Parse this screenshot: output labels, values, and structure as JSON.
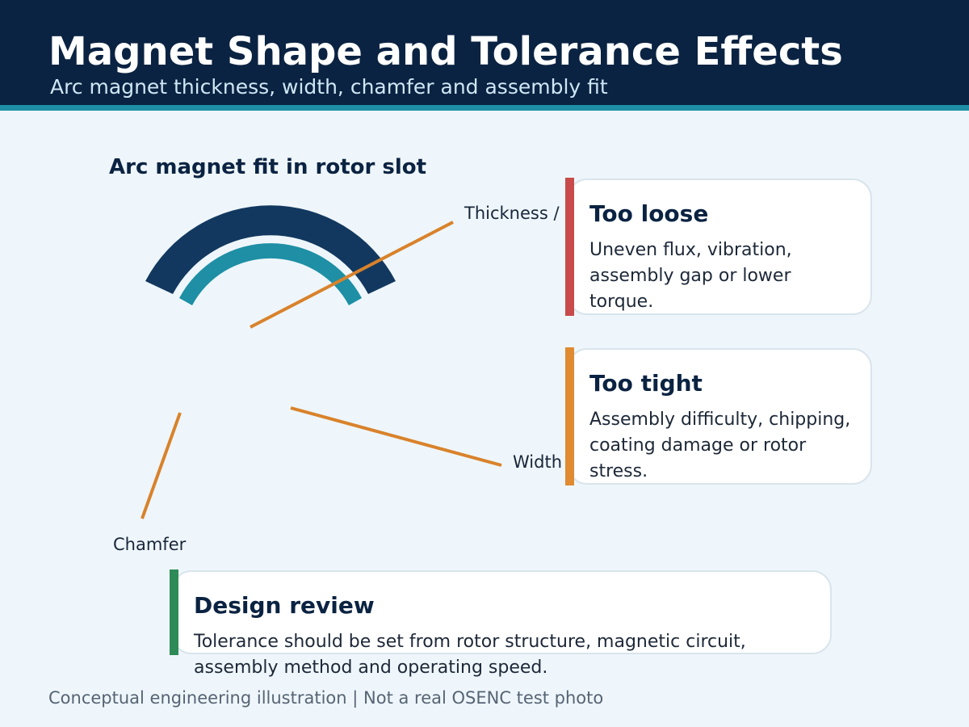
{
  "header": {
    "title": "Magnet Shape and Tolerance Effects",
    "subtitle": "Arc magnet thickness, width, chamfer and assembly fit"
  },
  "diagram": {
    "title": "Arc magnet fit in rotor slot",
    "labels": {
      "thickness": "Thickness /",
      "width": "Width",
      "chamfer": "Chamfer"
    }
  },
  "cards": {
    "too_loose": {
      "title": "Too loose",
      "text": "Uneven flux, vibration, assembly gap or lower torque.",
      "accent_color": "#c84a4a"
    },
    "too_tight": {
      "title": "Too tight",
      "text": "Assembly difficulty, chipping, coating damage or rotor stress.",
      "accent_color": "#e08a32"
    },
    "design_review": {
      "title": "Design review",
      "text": "Tolerance should be set from rotor structure, magnetic circuit, assembly method and operating speed.",
      "accent_color": "#2e8b57"
    }
  },
  "footer": {
    "note": "Conceptual engineering illustration | Not a real OSENC test photo"
  },
  "colors": {
    "header_bg": "#0b2342",
    "header_rule": "#1e8fa5",
    "rotor_slot": "#12385f",
    "magnet": "#1e8fa5",
    "leader_lines": "#d9822b",
    "background": "#eef6fb"
  }
}
